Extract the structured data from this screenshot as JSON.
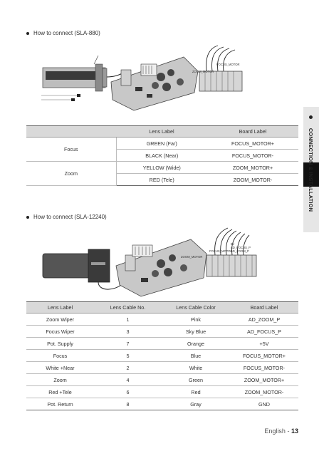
{
  "section1": {
    "heading": "How to connect (SLA-880)",
    "diagram_labels": {
      "focus_motor": "FOCUS_MOTOR",
      "zoom_motor": "ZOOM_MOTOR"
    },
    "table": {
      "headers": [
        "",
        "Lens Label",
        "Board Label"
      ],
      "groups": [
        {
          "name": "Focus",
          "rows": [
            [
              "GREEN (Far)",
              "FOCUS_MOTOR+"
            ],
            [
              "BLACK (Near)",
              "FOCUS_MOTOR-"
            ]
          ]
        },
        {
          "name": "Zoom",
          "rows": [
            [
              "YELLOW (Wide)",
              "ZOOM_MOTOR+"
            ],
            [
              "RED (Tele)",
              "ZOOM_MOTOR-"
            ]
          ]
        }
      ]
    }
  },
  "section2": {
    "heading": "How to connect (SLA-12240)",
    "diagram_labels": {
      "v5": "5V",
      "ad_focus": "AD_FOCUS_P",
      "ad_zoom": "AD_ZOOM_P",
      "focus_motor": "FOCUS_MOTOR",
      "zoom_motor": "ZOOM_MOTOR"
    },
    "table": {
      "headers": [
        "Lens Label",
        "Lens Cable No.",
        "Lens Cable Color",
        "Board Label"
      ],
      "rows": [
        [
          "Zoom Wiper",
          "1",
          "Pink",
          "AD_ZOOM_P"
        ],
        [
          "Focus Wiper",
          "3",
          "Sky Blue",
          "AD_FOCUS_P"
        ],
        [
          "Pot. Supply",
          "7",
          "Orange",
          "+5V"
        ],
        [
          "Focus",
          "5",
          "Blue",
          "FOCUS_MOTOR+"
        ],
        [
          "White +Near",
          "2",
          "White",
          "FOCUS_MOTOR-"
        ],
        [
          "Zoom",
          "4",
          "Green",
          "ZOOM_MOTOR+"
        ],
        [
          "Red +Tele",
          "6",
          "Red",
          "ZOOM_MOTOR-"
        ],
        [
          "Pot. Return",
          "8",
          "Gray",
          "GND"
        ]
      ]
    }
  },
  "side_tab": {
    "label": "CONNECTION & INSTALLATION"
  },
  "footer": {
    "language": "English",
    "separator": "-",
    "page": "13"
  }
}
